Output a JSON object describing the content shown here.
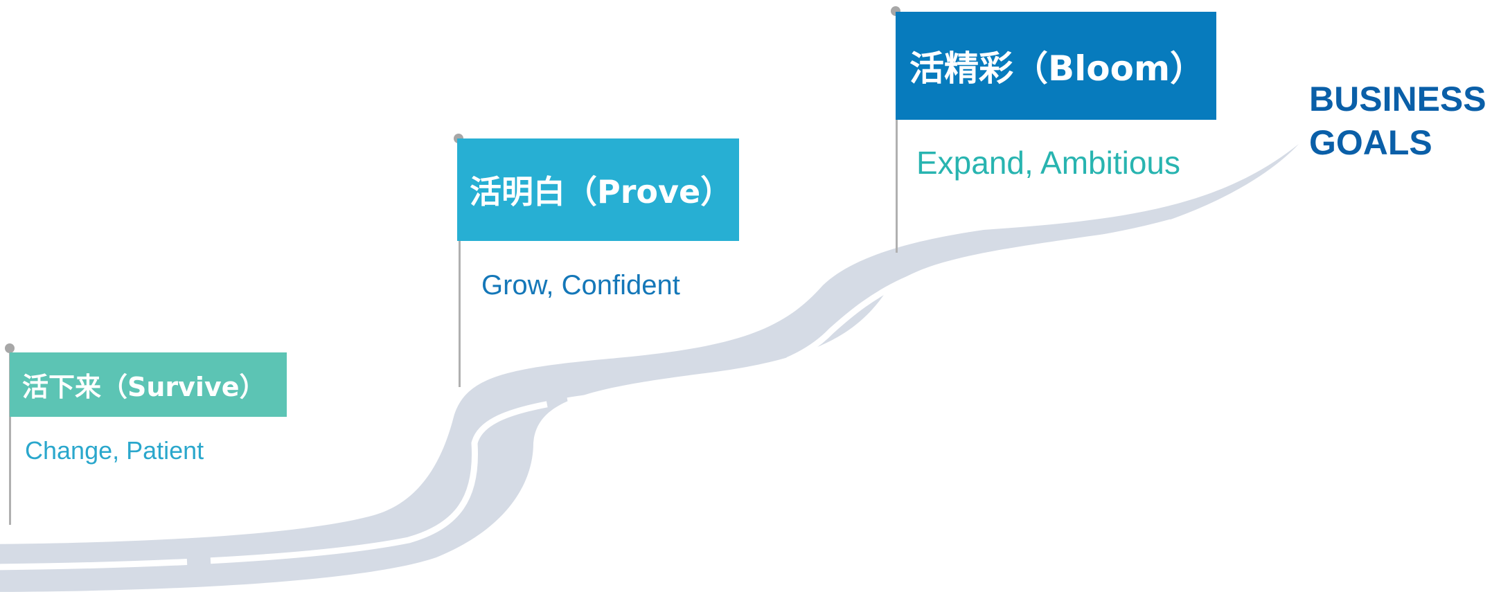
{
  "stages": [
    {
      "flag_label": "活下来（Survive）",
      "subtitle": "Change, Patient",
      "flag_color": "#5cc4b4",
      "subtitle_color": "#2aa7cc"
    },
    {
      "flag_label": "活明白（Prove）",
      "subtitle": "Grow, Confident",
      "flag_color": "#27afd3",
      "subtitle_color": "#1477b8"
    },
    {
      "flag_label": "活精彩（Bloom）",
      "subtitle": "Expand, Ambitious",
      "flag_color": "#077bbd",
      "subtitle_color": "#28b4b0"
    }
  ],
  "goal": {
    "line1": "BUSINESS",
    "line2": "GOALS",
    "color": "#0a5fa8"
  },
  "road": {
    "color": "#d5dbe5",
    "lane_marking_color": "#ffffff"
  }
}
